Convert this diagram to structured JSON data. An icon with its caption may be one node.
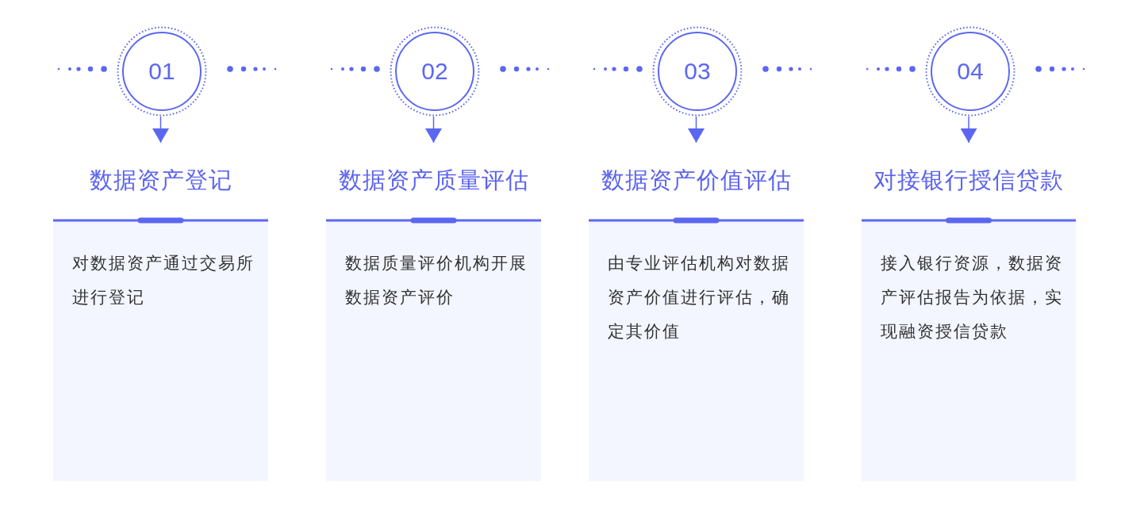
{
  "diagram": {
    "nodes": [
      {
        "text": [
          "01"
        ]
      },
      {
        "text": [
          "数据资产登记",
          "对数据资产通过交易所进行登记"
        ]
      },
      {
        "text": [
          "02"
        ]
      },
      {
        "text": [
          "数据资产质量评估",
          "数据质量评价机构开展数据资产评价"
        ]
      },
      {
        "text": [
          "03"
        ]
      },
      {
        "text": [
          "数据资产价值评估",
          "由专业评估机构对数据资产价值进行评估，确定其价值"
        ]
      },
      {
        "text": [
          "04"
        ]
      },
      {
        "text": [
          "对接银行授信贷款",
          "接入银行资源，数据资产评估报告为依据，实现融资授信贷款"
        ]
      }
    ],
    "edges": [
      {
        "from": 0,
        "to": 1,
        "arrow": "to"
      },
      {
        "from": 2,
        "to": 3,
        "arrow": "to"
      },
      {
        "from": 4,
        "to": 5,
        "arrow": "to"
      },
      {
        "from": 6,
        "to": 7,
        "arrow": "to"
      }
    ]
  }
}
